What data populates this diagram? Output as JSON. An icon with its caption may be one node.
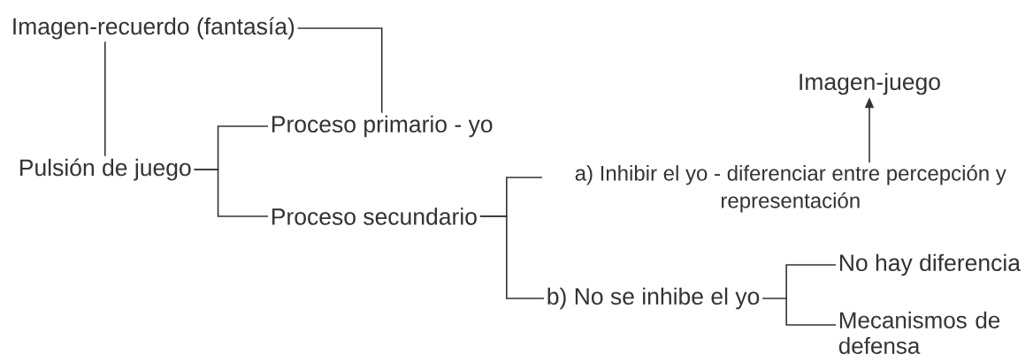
{
  "diagram": {
    "nodes": [
      {
        "text": [
          "Imagen-recuerdo (fantasía)"
        ]
      },
      {
        "text": [
          "Pulsión de juego"
        ]
      },
      {
        "text": [
          "Proceso primario - yo"
        ]
      },
      {
        "text": [
          "Proceso secundario"
        ]
      },
      {
        "text": [
          "Imagen-juego"
        ]
      },
      {
        "text": [
          "a) Inhibir el yo - diferenciar entre percepción y representación"
        ]
      },
      {
        "text": [
          "b) No se inhibe el yo"
        ]
      },
      {
        "text": [
          "No hay diferencia"
        ]
      },
      {
        "text": [
          "Mecanismos de defensa"
        ]
      }
    ],
    "edges": [
      {
        "from": 0,
        "to": 1,
        "arrow": "none"
      },
      {
        "from": 0,
        "to": 2,
        "arrow": "none"
      },
      {
        "from": 1,
        "to": 2,
        "arrow": "none"
      },
      {
        "from": 1,
        "to": 3,
        "arrow": "none"
      },
      {
        "from": 3,
        "to": 5,
        "arrow": "none"
      },
      {
        "from": 3,
        "to": 6,
        "arrow": "none"
      },
      {
        "from": 5,
        "to": 4,
        "arrow": "to"
      },
      {
        "from": 6,
        "to": 7,
        "arrow": "none"
      },
      {
        "from": 6,
        "to": 8,
        "arrow": "none"
      }
    ]
  }
}
